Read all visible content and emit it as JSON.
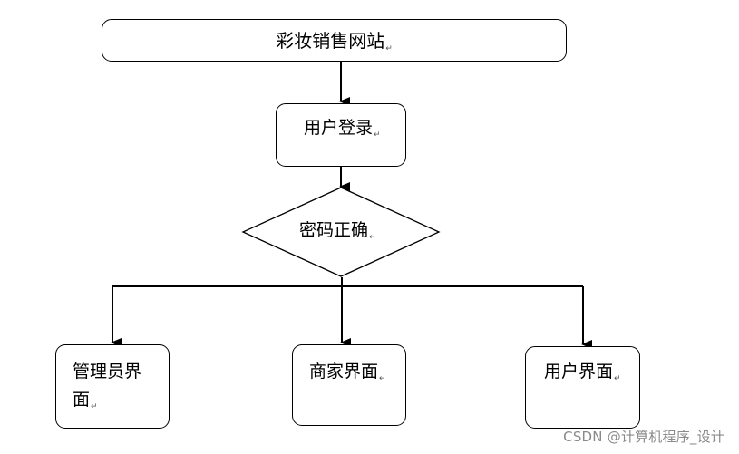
{
  "nodes": {
    "site": {
      "label": "彩妆销售网站"
    },
    "login": {
      "label": "用户登录"
    },
    "password_check": {
      "label": "密码正确"
    },
    "admin": {
      "label_line1": "管理员界",
      "label_line2": "面"
    },
    "merchant": {
      "label": "商家界面"
    },
    "user": {
      "label": "用户界面"
    }
  },
  "paragraph_mark": "↵",
  "watermark": "CSDN @计算机程序_设计"
}
